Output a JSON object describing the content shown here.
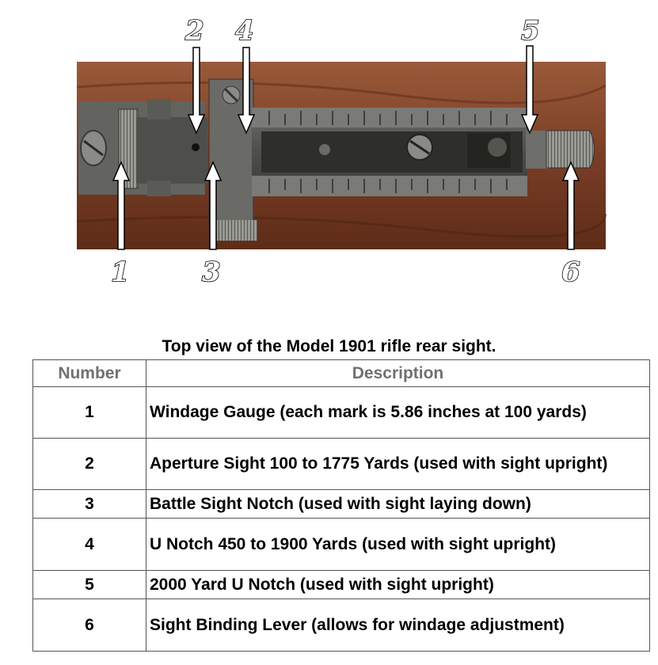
{
  "figure": {
    "callouts": [
      "2",
      "4",
      "5",
      "1",
      "3",
      "6"
    ]
  },
  "caption": "Top view of the Model 1901 rifle rear sight.",
  "table": {
    "headers": [
      "Number",
      "Description"
    ],
    "rows": [
      {
        "number": "1",
        "description": "Windage Gauge (each mark is 5.86 inches at 100 yards)"
      },
      {
        "number": "2",
        "description": "Aperture Sight 100 to 1775 Yards (used with sight upright)"
      },
      {
        "number": "3",
        "description": "Battle Sight Notch (used with sight laying down)"
      },
      {
        "number": "4",
        "description": "U Notch 450 to 1900 Yards (used with sight upright)"
      },
      {
        "number": "5",
        "description": "2000 Yard U Notch (used with sight upright)"
      },
      {
        "number": "6",
        "description": "Sight Binding Lever (allows for windage adjustment)"
      }
    ]
  }
}
